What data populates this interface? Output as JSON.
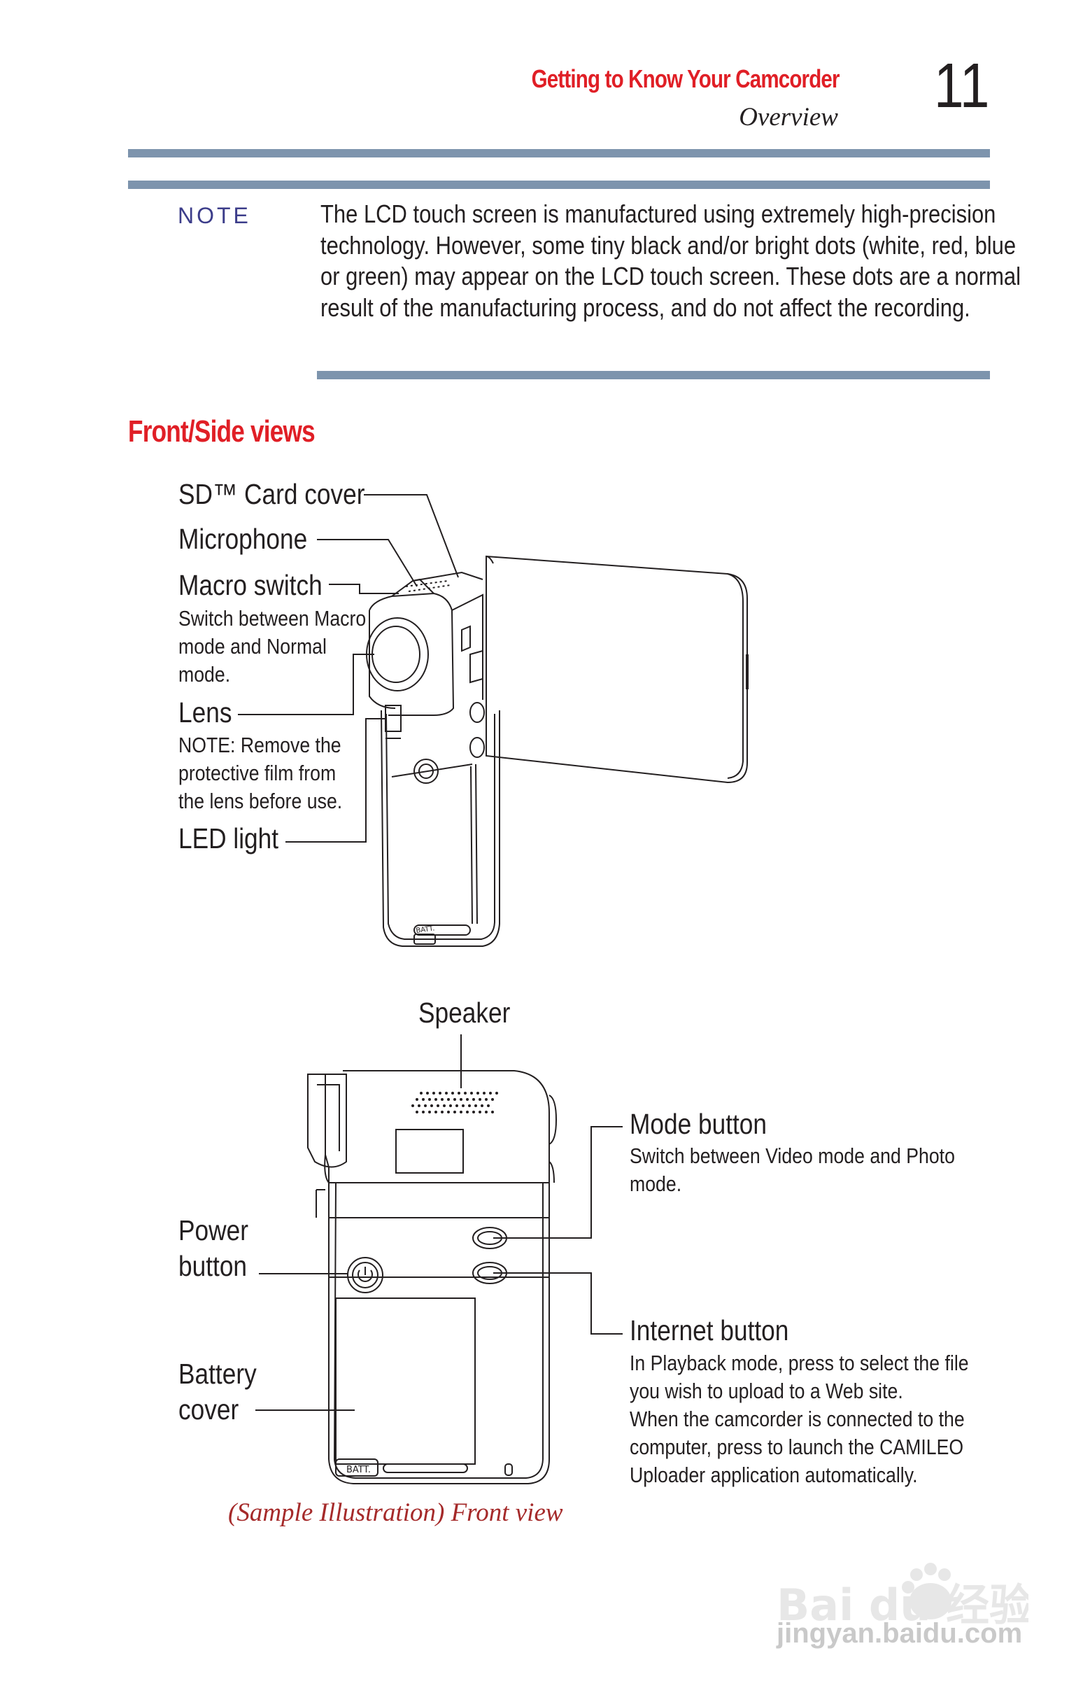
{
  "header": {
    "chapter_title": "Getting to Know Your Camcorder",
    "section_subtitle": "Overview",
    "page_number": "11"
  },
  "note": {
    "label": "NOTE",
    "text": "The LCD touch screen is manufactured using extremely high-precision technology. However, some tiny black and/or bright dots (white, red, blue or green) may appear on the LCD touch screen. These dots are a normal result of the manufacturing process, and do not affect the recording."
  },
  "section": {
    "title": "Front/Side views"
  },
  "side_view_labels": {
    "sd_card_cover": "SD™ Card cover",
    "microphone": "Microphone",
    "macro_switch": "Macro switch",
    "macro_switch_desc": "Switch between Macro\nmode and Normal\nmode.",
    "lens": "Lens",
    "lens_desc": "NOTE: Remove the\nprotective film from\nthe lens before use.",
    "led_light": "LED light"
  },
  "front_view_labels": {
    "speaker": "Speaker",
    "mode_button": "Mode button",
    "mode_button_desc": "Switch between Video mode and Photo\nmode.",
    "power_button": "Power\nbutton",
    "internet_button": "Internet button",
    "internet_button_desc": "In Playback mode, press to select the file\nyou wish to upload to a Web site.\nWhen the camcorder is connected to the\ncomputer, press to launch the CAMILEO\nUploader application automatically.",
    "battery_cover": "Battery\ncover",
    "batt_mark": "BATT."
  },
  "caption": "(Sample Illustration) Front view",
  "watermark": {
    "logo": "Bai du 经验",
    "url": "jingyan.baidu.com"
  },
  "colors": {
    "accent_red": "#e01f26",
    "rule_blue": "#7d94ad",
    "note_label": "#3c3d8a",
    "caption": "#a52a2a"
  }
}
